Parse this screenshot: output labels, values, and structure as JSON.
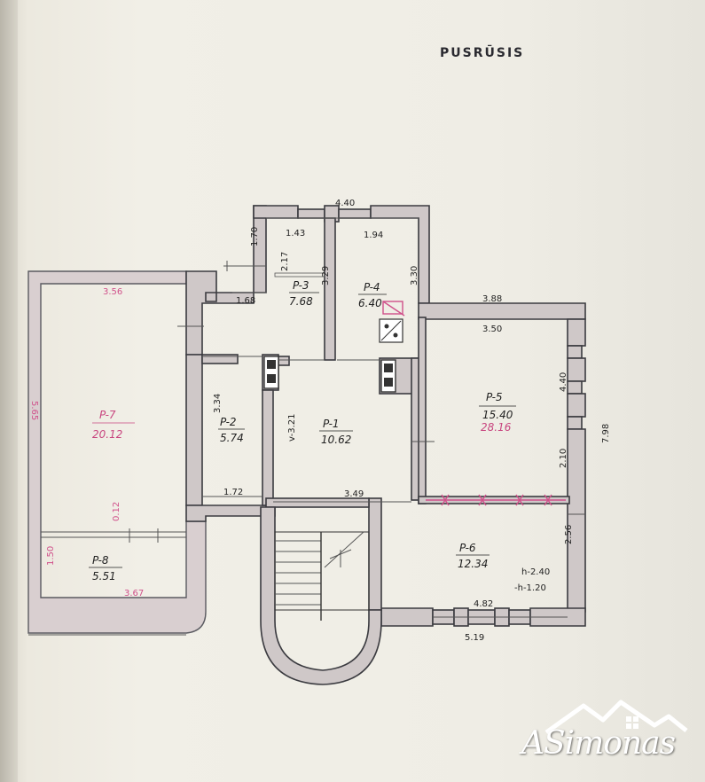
{
  "title": "PUSRŪSIS",
  "rooms": [
    {
      "id": "p1",
      "name": "P-1",
      "area": "10.62"
    },
    {
      "id": "p2",
      "name": "P-2",
      "area": "5.74"
    },
    {
      "id": "p3",
      "name": "P-3",
      "area": "7.68"
    },
    {
      "id": "p4",
      "name": "P-4",
      "area": "6.40"
    },
    {
      "id": "p5",
      "name": "P-5",
      "area": "15.40",
      "area_alt": "28.16"
    },
    {
      "id": "p6",
      "name": "P-6",
      "area": "12.34",
      "notes": [
        "h-2.40",
        "-h-1.20"
      ]
    },
    {
      "id": "p7",
      "name": "P-7",
      "area": "20.12"
    },
    {
      "id": "p8",
      "name": "P-8",
      "area": "5.51"
    }
  ],
  "dimensions": {
    "d440": "4.40",
    "d170": "1.70",
    "d143": "1.43",
    "d194": "1.94",
    "d217": "2.17",
    "d329": "3.29",
    "d330": "3.30",
    "d168": "1.68",
    "d388": "3.88",
    "d350": "3.50",
    "d440b": "4.40",
    "d798": "7.98",
    "d334": "3.34",
    "d321": "v-3.21",
    "d210": "2.10",
    "d172": "1.72",
    "d349": "3.49",
    "d256": "2.56",
    "d482": "4.82",
    "d519": "5.19",
    "d565": "5.65",
    "d356": "3.56",
    "d012": "0.12",
    "d150": "1.50",
    "d367": "3.67"
  },
  "logo": {
    "text": "ASimonas",
    "icon": "house-roof-icon"
  },
  "colors": {
    "ink": "#3b3b40",
    "pink": "#d0508a",
    "paper": "#efede5"
  }
}
